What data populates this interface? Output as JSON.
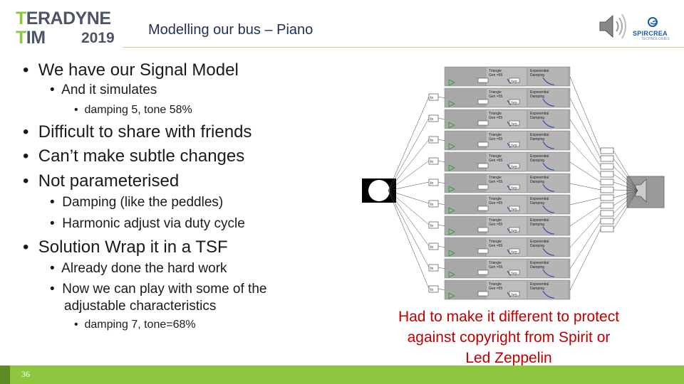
{
  "logo": {
    "line1_first": "T",
    "line1_rest": "ERADYNE",
    "line2_first": "T",
    "line2_rest": "IM",
    "year": "2019"
  },
  "title": "Modelling our bus – Piano",
  "company": {
    "name": "SPIRCREA",
    "tagline": "TECHNOLOGIES"
  },
  "bullets": [
    {
      "level": 1,
      "text": "We have our Signal Model"
    },
    {
      "level": 2,
      "text": "And it simulates"
    },
    {
      "level": 3,
      "text": "damping 5, tone 58%"
    },
    {
      "level": 1,
      "text": "Difficult to share with friends"
    },
    {
      "level": 1,
      "text": "Can’t make subtle changes"
    },
    {
      "level": 1,
      "text": "Not parameterised"
    },
    {
      "level": 2,
      "text": "Damping (like the peddles)"
    },
    {
      "level": 2,
      "text": "Harmonic adjust via duty cycle"
    },
    {
      "level": 1,
      "text": "Solution Wrap it in a TSF"
    },
    {
      "level": 2,
      "text": "Already done the hard work"
    },
    {
      "level": 2,
      "text": "Now we can play with some of the"
    },
    {
      "level": 2,
      "text": "adjustable characteristics"
    },
    {
      "level": 3,
      "text": "damping 7, tone=68%"
    }
  ],
  "bullet_char": "•",
  "caption": [
    "Had to make it different to protect",
    "against copyright from Spirit or",
    "Led Zeppelin"
  ],
  "page_number": "36",
  "colors": {
    "accent_green": "#8dc63f",
    "caption_red": "#c00000",
    "title_blue": "#1f2f5a"
  },
  "icons": {
    "speaker": "speaker-icon",
    "company_logo": "spiral-logo-icon"
  },
  "diagram": {
    "block_text_a": [
      "Triangle",
      "Gen",
      "=55"
    ],
    "block_text_b": [
      "Exponential",
      "Damping"
    ],
    "port_label": "Sync",
    "port_in": "In"
  }
}
